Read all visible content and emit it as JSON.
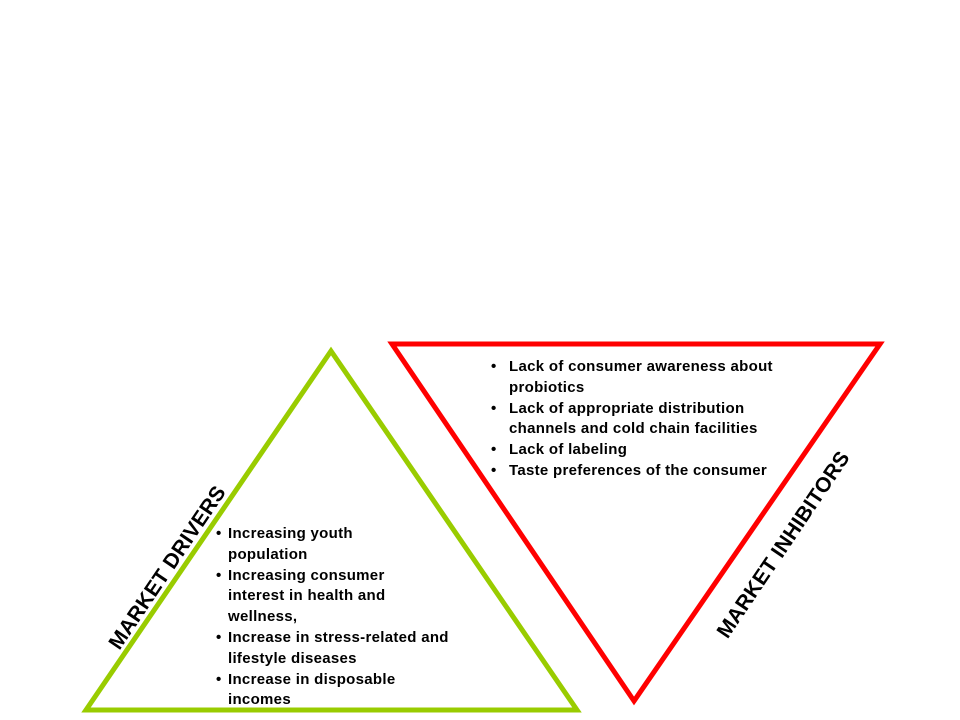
{
  "drivers": {
    "label": "MARKET DRIVERS",
    "color": "#99cc00",
    "items": [
      "Increasing youth population",
      "Increasing consumer interest in health and wellness,",
      "Increase in stress-related and lifestyle diseases",
      "Increase in disposable incomes"
    ]
  },
  "inhibitors": {
    "label": "MARKET INHIBITORS",
    "color": "#ff0000",
    "items": [
      "Lack of consumer awareness about probiotics",
      "Lack of appropriate distribution channels and cold chain facilities",
      "Lack of labeling",
      "Taste preferences of the consumer"
    ]
  }
}
